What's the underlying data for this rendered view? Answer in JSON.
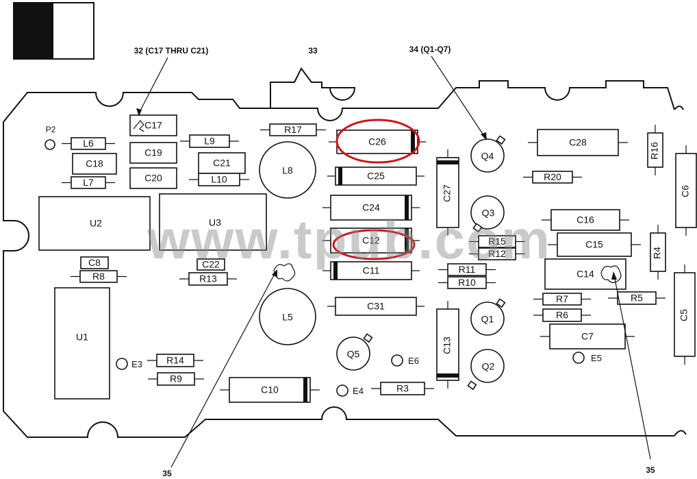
{
  "callouts": {
    "c32": "32 (C17 THRU C21)",
    "c33": "33",
    "c34": "34 (Q1-Q7)",
    "c35_left": "35",
    "c35_right": "35"
  },
  "labels": {
    "P2": "P2",
    "E3": "E3",
    "E4": "E4",
    "E5": "E5",
    "E6": "E6",
    "L5": "L5",
    "L6": "L6",
    "L7": "L7",
    "L8": "L8",
    "L9": "L9",
    "L10": "L10",
    "U1": "U1",
    "U2": "U2",
    "U3": "U3",
    "Q1": "Q1",
    "Q2": "Q2",
    "Q3": "Q3",
    "Q4": "Q4",
    "Q5": "Q5",
    "C5": "C5",
    "C6": "C6",
    "C7": "C7",
    "C8": "C8",
    "C10": "C10",
    "C11": "C11",
    "C12": "C12",
    "C13": "C13",
    "C14": "C14",
    "C15": "C15",
    "C16": "C16",
    "C17": "C17",
    "C18": "C18",
    "C19": "C19",
    "C20": "C20",
    "C21": "C21",
    "C22": "C22",
    "C24": "C24",
    "C25": "C25",
    "C26": "C26",
    "C27": "C27",
    "C28": "C28",
    "C31": "C31",
    "R3": "R3",
    "R4": "R4",
    "R5": "R5",
    "R6": "R6",
    "R7": "R7",
    "R8": "R8",
    "R9": "R9",
    "R10": "R10",
    "R11": "R11",
    "R12": "R12",
    "R13": "R13",
    "R14": "R14",
    "R15": "R15",
    "R16": "R16",
    "R17": "R17",
    "R20": "R20"
  },
  "highlight_color": "#d0121b",
  "watermark": "www.tpub.com"
}
